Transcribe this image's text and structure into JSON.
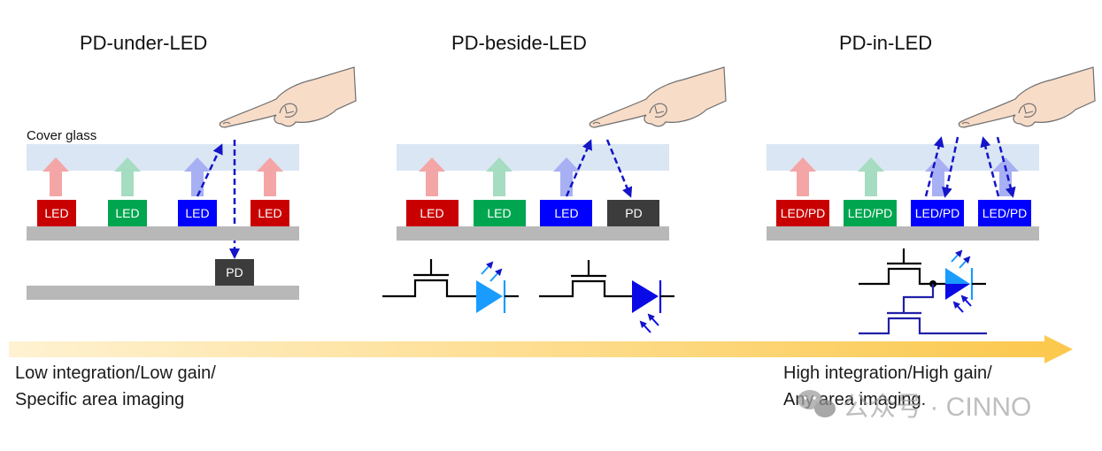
{
  "colors": {
    "red": "#c90000",
    "green": "#00a64f",
    "blue": "#0000ff",
    "pd": "#3c3c3c",
    "substrate": "#b8b8b8",
    "glass": "#dae6f4",
    "arrow_red": "#f4a6a6",
    "arrow_green": "#a6dcc2",
    "arrow_blue": "#a8b0f4",
    "light_path": "#1414c8",
    "led_symbol": "#1a9cff",
    "pd_symbol": "#0a0ae6",
    "circuit_black": "#000000",
    "circuit_navy": "#2020a8",
    "hand_fill": "#f7dcc8",
    "hand_stroke": "#6e6e6e",
    "progress_start": "#fff2d2",
    "progress_end": "#fcc84c"
  },
  "panels": [
    {
      "title": "PD-under-LED",
      "cover_glass_label": "Cover glass",
      "boxes": [
        {
          "label": "LED",
          "color": "red"
        },
        {
          "label": "LED",
          "color": "green"
        },
        {
          "label": "LED",
          "color": "blue"
        },
        {
          "label": "LED",
          "color": "red"
        }
      ],
      "lower_box": {
        "label": "PD",
        "color": "pd"
      }
    },
    {
      "title": "PD-beside-LED",
      "boxes": [
        {
          "label": "LED",
          "color": "red"
        },
        {
          "label": "LED",
          "color": "green"
        },
        {
          "label": "LED",
          "color": "blue"
        },
        {
          "label": "PD",
          "color": "pd"
        }
      ]
    },
    {
      "title": "PD-in-LED",
      "boxes": [
        {
          "label": "LED/PD",
          "color": "red"
        },
        {
          "label": "LED/PD",
          "color": "green"
        },
        {
          "label": "LED/PD",
          "color": "blue"
        },
        {
          "label": "LED/PD",
          "color": "blue"
        }
      ]
    }
  ],
  "scale": {
    "left_caption": [
      "Low integration/Low gain/",
      "Specific area imaging"
    ],
    "right_caption": [
      "High integration/High gain/",
      "Any area imaging."
    ]
  },
  "watermark": {
    "text": "公众号 · CINNO",
    "icon": "wechat-icon"
  }
}
